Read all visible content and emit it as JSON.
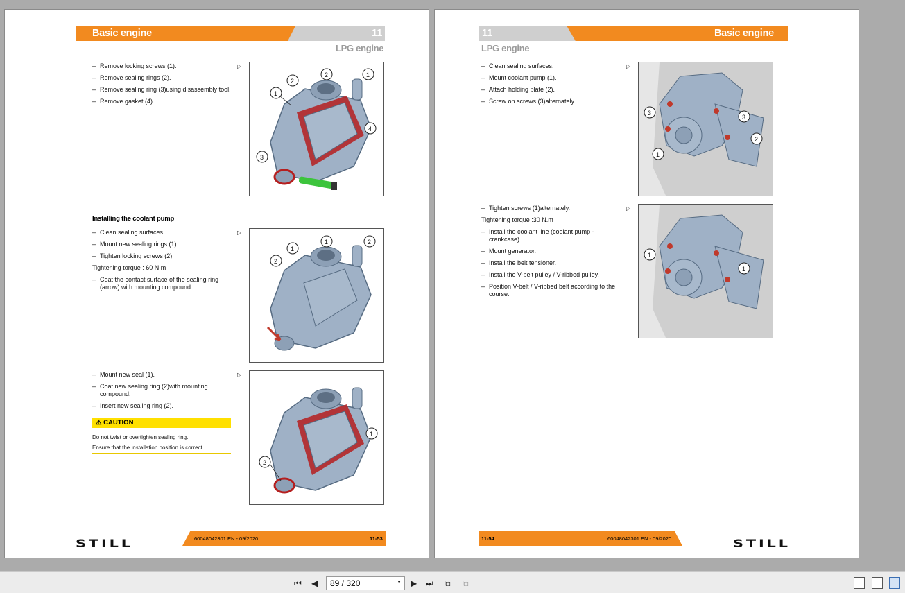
{
  "left_page": {
    "header": {
      "title": "Basic engine",
      "chapter": "11",
      "subtitle": "LPG engine"
    },
    "block1": {
      "steps": [
        "Remove locking screws (1).",
        "Remove sealing rings (2).",
        "Remove sealing ring (3)using disassembly tool.",
        "Remove gasket (4)."
      ]
    },
    "section_title": "Installing the coolant pump",
    "block2": {
      "steps_a": [
        "Clean sealing surfaces.",
        "Mount new sealing rings (1).",
        "Tighten locking screws (2)."
      ],
      "torque": "Tightening torque : 60 N.m",
      "steps_b": [
        "Coat the contact surface of the sealing ring (arrow) with mounting compound."
      ]
    },
    "block3": {
      "steps": [
        "Mount new seal (1).",
        "Coat new sealing ring (2)with mounting compound.",
        "Insert new sealing ring (2)."
      ]
    },
    "caution": {
      "label": "CAUTION",
      "line1": "Do not twist or overtighten sealing ring.",
      "line2": "Ensure that the installation position is correct."
    },
    "footer": {
      "doc": "60048042301 EN - 09/2020",
      "page": "11-53",
      "logo": "STILL"
    }
  },
  "right_page": {
    "header": {
      "title": "Basic engine",
      "chapter": "11",
      "subtitle": "LPG engine"
    },
    "block1": {
      "steps": [
        "Clean sealing surfaces.",
        "Mount coolant pump (1).",
        "Attach holding plate (2).",
        "Screw on screws (3)alternately."
      ]
    },
    "block2": {
      "steps_a": [
        "Tighten screws (1)alternately."
      ],
      "torque": "Tightening torque :30 N.m",
      "steps_b": [
        "Install the coolant line (coolant pump - crankcase).",
        "Mount generator.",
        "Install the belt tensioner.",
        "Install the V-belt pulley / V-ribbed pulley.",
        "Position V-belt / V-ribbed belt according to the course."
      ]
    },
    "footer": {
      "doc": "60048042301 EN - 09/2020",
      "page": "11-54",
      "logo": "STILL"
    }
  },
  "toolbar": {
    "page_value": "89 / 320"
  },
  "colors": {
    "accent": "#f28a1f",
    "caution": "#ffe000",
    "part": "#9fb1c6",
    "gasket": "#c0392b"
  }
}
